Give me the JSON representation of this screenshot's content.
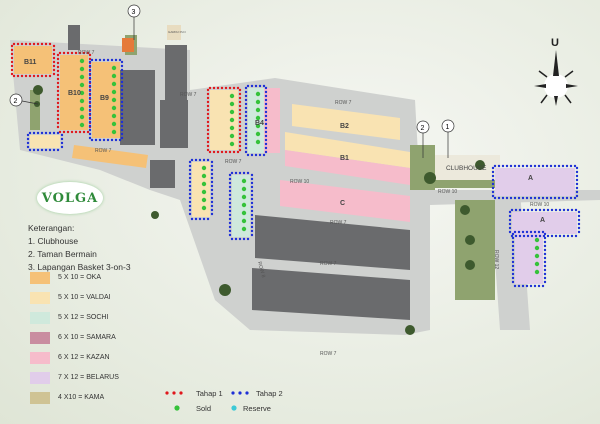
{
  "map": {
    "compass_label": "U",
    "roads": {
      "row7": "ROW 7",
      "row10": "ROW 10",
      "row12": "ROW 12",
      "row8": "ROW 8"
    },
    "blocks": {
      "b11": "B11",
      "b10": "B10",
      "b9": "B9",
      "b1": "B1",
      "b2": "B2",
      "c": "C",
      "a": "A",
      "b4": "B4"
    },
    "facilities": {
      "clubhouse": "CLUBHOUSE",
      "gardu": "GARDU PLN"
    },
    "markers": [
      "1",
      "2",
      "3"
    ]
  },
  "logo": {
    "text": "VOLGA"
  },
  "legend": {
    "title": "Keterangan:",
    "items": [
      "1. Clubhouse",
      "2. Taman Bermain",
      "3. Lapangan Basket 3-on-3"
    ],
    "types": [
      {
        "label": "5 X 10 = OKA",
        "color": "#f5c177"
      },
      {
        "label": "5 X 10 = VALDAI",
        "color": "#f9e3b2"
      },
      {
        "label": "5 X 12 = SOCHI",
        "color": "#cfe9dc"
      },
      {
        "label": "6 X 10 = SAMARA",
        "color": "#c98da0"
      },
      {
        "label": "6 X 12 = KAZAN",
        "color": "#f6bccb"
      },
      {
        "label": "7 X 12 = BELARUS",
        "color": "#e1cdea"
      },
      {
        "label": "4 X10 = KAMA",
        "color": "#cfc394"
      }
    ]
  },
  "status_legend": {
    "tahap1": {
      "label": "Tahap 1",
      "color": "#e0161b"
    },
    "tahap2": {
      "label": "Tahap 2",
      "color": "#1d2fd6"
    },
    "sold": {
      "label": "Sold",
      "color": "#35c23a"
    },
    "reserve": {
      "label": "Reserve",
      "color": "#3cc9d6"
    }
  }
}
